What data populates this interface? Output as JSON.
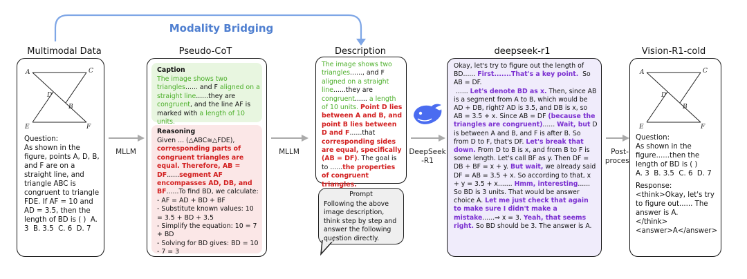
{
  "bridge_label": "Modality Bridging",
  "titles": {
    "multimodal": "Multimodal Data",
    "pseudo_cot": "Pseudo-CoT",
    "description": "Description",
    "deepseek": "deepseek-r1",
    "vision": "Vision-R1-cold"
  },
  "edges": {
    "mllm1": "MLLM",
    "mllm2": "MLLM",
    "deepseek_l1": "DeepSeek",
    "deepseek_l2": "-R1",
    "post_l1": "Post-",
    "post_l2": "process"
  },
  "figure_labels": {
    "A": "A",
    "B": "B",
    "C": "C",
    "D": "D",
    "E": "E",
    "F": "F"
  },
  "multimodal": {
    "question": "Question:\nAs shown in the figure, points A, D, B, and F are on a straight line, and triangle ABC is congruent to triangle FDE. If AF = 10 and AD = 3.5, then the length of BD is ( )  A. 3  B. 3.5  C. 6  D. 7"
  },
  "pseudo_cot": {
    "caption_heading": "Caption",
    "caption_parts": [
      {
        "t": "The image shows two triangles",
        "c": "green"
      },
      {
        "t": "...... and F ",
        "c": ""
      },
      {
        "t": "aligned on a straight line",
        "c": "green"
      },
      {
        "t": "......they are ",
        "c": ""
      },
      {
        "t": "congruent",
        "c": "green"
      },
      {
        "t": ", and the line AF is marked with ",
        "c": ""
      },
      {
        "t": "a length of 10 units.",
        "c": "green"
      }
    ],
    "reasoning_heading": "Reasoning",
    "reasoning_parts": [
      {
        "t": "Given ... (△ABC≅△FDE), ",
        "c": ""
      },
      {
        "t": "corresponding parts of congruent triangles are equal. Therefore, AB = DF",
        "c": "red"
      },
      {
        "t": "......",
        "c": ""
      },
      {
        "t": "segment AF encompasses AD, DB, and BF",
        "c": "red"
      },
      {
        "t": "......To find BD, we calculate:\n- AF = AD + BD + BF\n- Substitute known values: 10 = 3.5 + BD + 3.5\n- Simplify the equation: 10 = 7 + BD\n- Solving for BD gives: BD = 10 - 7 = 3",
        "c": ""
      }
    ]
  },
  "description": {
    "parts": [
      {
        "t": "The image shows two triangles",
        "c": "green"
      },
      {
        "t": "......, and F ",
        "c": ""
      },
      {
        "t": "aligned on a straight line",
        "c": "green"
      },
      {
        "t": "......they are ",
        "c": ""
      },
      {
        "t": "congruent",
        "c": "green"
      },
      {
        "t": "...... ",
        "c": ""
      },
      {
        "t": "a length of 10 units.",
        "c": "green"
      },
      {
        "t": " ",
        "c": ""
      },
      {
        "t": "Point D lies between A and B, and point B lies between D and F",
        "c": "red"
      },
      {
        "t": "......that ",
        "c": ""
      },
      {
        "t": "corresponding sides are equal, specifically (AB = DF)",
        "c": "red"
      },
      {
        "t": ". The goal is to ......",
        "c": ""
      },
      {
        "t": "the properties of congruent triangles.",
        "c": "red"
      }
    ],
    "prompt_title": "Prompt",
    "prompt_text": "Following the above image description, think step by step and answer the following question directly."
  },
  "deepseek": {
    "parts": [
      {
        "t": "Okay, let's try to figure out the length of BD...... ",
        "c": ""
      },
      {
        "t": "First.......That's a key point.",
        "c": "purple"
      },
      {
        "t": "  So AB = DF.\n ...... ",
        "c": ""
      },
      {
        "t": "Let's denote BD as x.",
        "c": "purple"
      },
      {
        "t": " Then, since AB is a segment from A to B, which would be AD + DB, right? AD is 3.5, and DB is x, so AB = 3.5 + x. Since AB = DF ",
        "c": ""
      },
      {
        "t": "(because the triangles are congruent)",
        "c": "purple"
      },
      {
        "t": "...... ",
        "c": ""
      },
      {
        "t": "Wait, but",
        "c": "purple"
      },
      {
        "t": " D is between A and B, and F is after B. So from D to F, that's DF. ",
        "c": ""
      },
      {
        "t": "Let's break that down.",
        "c": "purple"
      },
      {
        "t": " From D to B is x, and from B to F is some length. Let's call BF as y. Then DF = DB + BF = x + y. ",
        "c": ""
      },
      {
        "t": "But wait,",
        "c": "purple"
      },
      {
        "t": " we already said DF = AB = 3.5 + x. So according to that, x + y = 3.5 + x....... ",
        "c": ""
      },
      {
        "t": "Hmm, interesting",
        "c": "purple"
      },
      {
        "t": "...... So BD is 3 units. That would be answer choice A. ",
        "c": ""
      },
      {
        "t": "Let me just check that again to make sure I didn't make a mistake",
        "c": "purple"
      },
      {
        "t": "......⇒ x = 3. ",
        "c": ""
      },
      {
        "t": "Yeah, that seems right.",
        "c": "purple"
      },
      {
        "t": " So BD should be 3. The answer is A.",
        "c": ""
      }
    ]
  },
  "vision": {
    "question": "Question:\nAs shown in the figure......then the length of BD is ( )\nA. 3  B. 3.5  C. 6  D. 7",
    "response": "Response:\n<think>Okay, let's try to figure out...... The answer is A.\n</think>\n<answer>A</answer>"
  },
  "colors": {
    "green": "#4caf2a",
    "red": "#d21f1f",
    "purple": "#7a2fd0",
    "bridge": "#6f9be0",
    "cap_bg": "#e8f6e0",
    "reason_bg": "#fbe7e7",
    "ds_bg": "#f0ecfb",
    "prompt_bg": "#efefef"
  },
  "icons": {
    "whale": "deepseek-whale-icon"
  }
}
